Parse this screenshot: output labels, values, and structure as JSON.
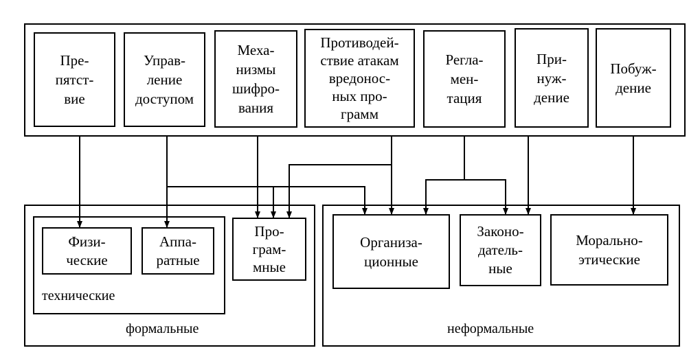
{
  "methods": [
    {
      "key": "obstacle",
      "label": "Пре-\nпятст-\nвие"
    },
    {
      "key": "access",
      "label": "Управ-\nление\nдоступом"
    },
    {
      "key": "crypto",
      "label": "Меха-\nнизмы\nшифро-\nвания"
    },
    {
      "key": "malware",
      "label": "Противодей-\nствие атакам\nвредонос-\nных про-\nграмм"
    },
    {
      "key": "regulation",
      "label": "Регла-\nмен-\nтация"
    },
    {
      "key": "coercion",
      "label": "При-\nнуж-\nдение"
    },
    {
      "key": "motivation",
      "label": "Побуж-\nдение"
    }
  ],
  "means": {
    "physical": "Физи-\nческие",
    "hardware": "Аппа-\nратные",
    "software": "Про-\nграм-\nмные",
    "organizational": "Организа-\nционные",
    "legislative": "Законо-\nдатель-\nные",
    "moral": "Морально-\nэтические"
  },
  "groups": {
    "technical": "технические",
    "formal": "формальные",
    "informal": "неформальные"
  }
}
